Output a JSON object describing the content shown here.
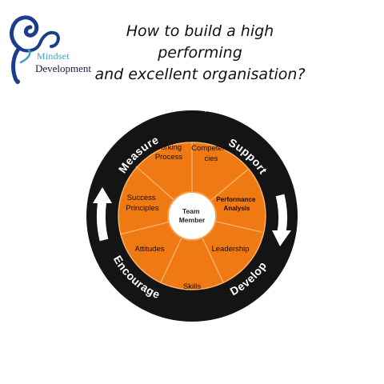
{
  "logo": {
    "line1": "Mindset",
    "line2": "Development",
    "colors": {
      "swirl": "#1b3e8c",
      "accent": "#3aa2c8"
    }
  },
  "title": {
    "line1": "How to build a high performing",
    "line2": "and excellent organisation?"
  },
  "outer_ring": {
    "labels": {
      "measure": "Measure",
      "support": "Support",
      "develop": "Develop",
      "encourage": "Encourage"
    },
    "ring_color": "#141414",
    "arrow_color": "#ffffff"
  },
  "segments": {
    "working_process": [
      "Working",
      "Process"
    ],
    "competencies": [
      "Competen-",
      "cies"
    ],
    "performance_analysis": [
      "Performance",
      "Analysis"
    ],
    "leadership": [
      "Leadership"
    ],
    "skills": [
      "Skills"
    ],
    "attitudes": [
      "Attitudes"
    ],
    "success_principles": [
      "Success",
      "Principles"
    ]
  },
  "center": {
    "line1": "Team",
    "line2": "Member"
  },
  "colors": {
    "segment_fill": "#ef7a14",
    "segment_border": "#f7b36a",
    "center_fill": "#ffffff"
  }
}
